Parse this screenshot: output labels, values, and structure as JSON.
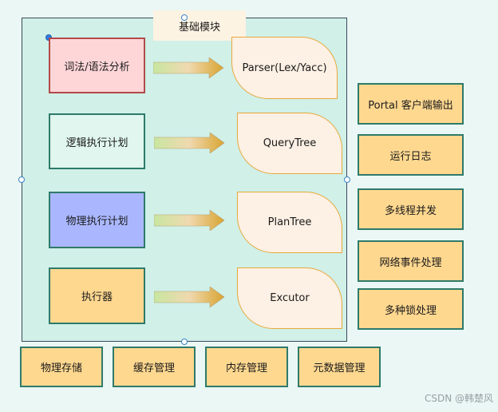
{
  "module": {
    "title": "基础模块"
  },
  "rows": [
    {
      "stage": "词法/语法分析",
      "stage_style": "pink",
      "output": "Parser(Lex/Yacc)"
    },
    {
      "stage": "逻辑执行计划",
      "stage_style": "mint",
      "output": "QueryTree"
    },
    {
      "stage": "物理执行计划",
      "stage_style": "blue",
      "output": "PlanTree"
    },
    {
      "stage": "执行器",
      "stage_style": "tan",
      "output": "Excutor"
    }
  ],
  "right_services": [
    "Portal 客户端输出",
    "运行日志",
    "多线程并发",
    "网络事件处理",
    "多种锁处理"
  ],
  "bottom_services": [
    "物理存储",
    "缓存管理",
    "内存管理",
    "元数据管理"
  ],
  "watermark": "CSDN @韩楚风",
  "colors": {
    "frame_fill": "#d0f0e8",
    "tan": "#ffd890",
    "pink": "#ffd6d8",
    "blue": "#aab7ff",
    "leaf": "#fdf0e4",
    "arrow_gold": "#d9a431",
    "arrow_green": "#c8e6a0"
  }
}
